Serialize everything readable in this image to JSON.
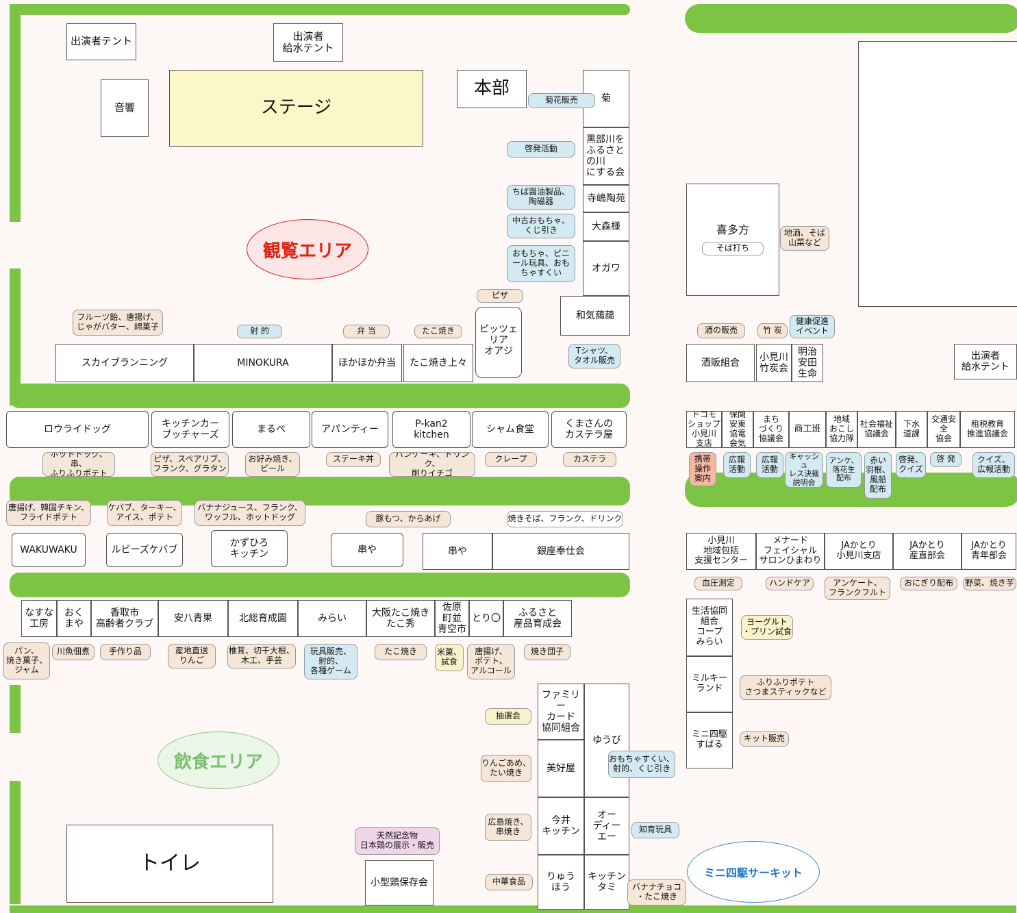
{
  "areas": {
    "viewing": "観覧エリア",
    "food": "飲食エリア",
    "circuit": "ミニ四駆サーキット"
  },
  "top": {
    "performer_tent": "出演者テント",
    "performer_water": "出演者\n給水テント",
    "sound": "音響",
    "stage": "ステージ",
    "hq": "本部",
    "toilet": "トイレ"
  },
  "right_col": {
    "kiku": "菊",
    "kiku_tag": "菊花販売",
    "kurobe": "黒部川を\nふるさとの川\nにする会",
    "kurobe_tag": "啓発活動",
    "terajima": "寺嶋陶苑",
    "terajima_tag": "ちば醤油製品、\n陶磁器",
    "omori": "大森様",
    "omori_tag": "中古おもちゃ、\nくじ引き",
    "ogawa": "オガワ",
    "ogawa_tag": "おもちゃ、ビニ\nール玩具、おも\nちゃすくい",
    "wakirinka": "和気藹藹",
    "wakirinka_tag": "Tシャツ、\nタオル販売"
  },
  "row1": [
    {
      "name": "スカイブランニング",
      "tag": "フルーツ飴、唐揚げ、\nじゃがバター、綿菓子"
    },
    {
      "name": "MINOKURA",
      "tag": "射 的"
    },
    {
      "name": "ほかほか弁当",
      "tag": "弁 当"
    },
    {
      "name": "たこ焼き上々",
      "tag": "たこ焼き"
    },
    {
      "name": "ピッツェリア\nオアジ",
      "tag": "ピザ"
    }
  ],
  "row2": [
    {
      "name": "ロウライドッグ",
      "tag": "ホットドッグ、串、\nふりふりポテト"
    },
    {
      "name": "キッチンカー\nブッチャーズ",
      "tag": "ピザ、スペアリブ、\nフランク、グラタン"
    },
    {
      "name": "まるぺ",
      "tag": "お好み焼き、\nビール"
    },
    {
      "name": "アパンティー",
      "tag": "ステーキ丼"
    },
    {
      "name": "P-kan2\nkitchen",
      "tag": "パンケーキ、ドリンク、\n削りイチゴ"
    },
    {
      "name": "シャム食堂",
      "tag": "クレープ"
    },
    {
      "name": "くまさんの\nカステラ屋",
      "tag": "カステラ"
    }
  ],
  "row3": [
    {
      "name": "WAKUWAKU",
      "tag": "唐揚げ、韓国チキン、\nフライドポテト"
    },
    {
      "name": "ルビーズケバブ",
      "tag": "ケバブ、ターキー、\nアイス、ポテト"
    },
    {
      "name": "かずひろ\nキッチン",
      "tag": "バナナジュース、フランク、\nワッフル、ホットドッグ"
    },
    {
      "name": "串や",
      "tag": "豚もつ、からあげ"
    },
    {
      "name": "串や"
    },
    {
      "name": "銀座奉仕会",
      "tag": "焼きそば、フランク、ドリンク"
    }
  ],
  "row4": [
    {
      "name": "なすな\n工房",
      "tag": "パン、\n焼き菓子、\nジャム"
    },
    {
      "name": "おく\nまや",
      "tag": "川魚佃煮"
    },
    {
      "name": "香取市\n高齢者クラブ",
      "tag": "手作り品"
    },
    {
      "name": "安八青果",
      "tag": "産地直送\nりんご"
    },
    {
      "name": "北総育成園",
      "tag": "椎茸、切干大根、\n木工、手芸"
    },
    {
      "name": "みらい",
      "tag": "玩具販売、\n射的、\n各種ゲーム"
    },
    {
      "name": "大阪たこ焼き\nたこ秀",
      "tag": "たこ焼き"
    },
    {
      "name": "佐原\n町並\n青空市",
      "tag": "米菓、\n試食"
    },
    {
      "name": "とり〇",
      "tag": "唐揚げ、\nポテト、\nアルコール"
    },
    {
      "name": "ふるさと\n産品育成会",
      "tag": "焼き団子"
    }
  ],
  "south": [
    {
      "name": "ファミリー\nカード\n協同組合",
      "tag": "抽選会"
    },
    {
      "name": "ゆうび",
      "tag": "おもちゃすくい、\n射的、くじ引き"
    },
    {
      "name": "美好屋",
      "tag": "りんごあめ、\nたい焼き"
    },
    {
      "name": "今井\nキッチン",
      "tag": "広島焼き、\n串焼き"
    },
    {
      "name": "オー\nディー\nエー",
      "tag": "知育玩具"
    },
    {
      "name": "りゅう\nほう",
      "tag": "中華食品"
    },
    {
      "name": "キッチン\nタミ",
      "tag": "バナナチョコ\n・たこ焼き"
    },
    {
      "name": "小型鶏保存会",
      "tag": "天然記念物\n日本鶏の展示・販売"
    }
  ],
  "east": {
    "kitakata": "喜多方",
    "soba": "そば打ち",
    "kitakata_tag": "地酒、そば\n山菜など",
    "sake": "酒販組合",
    "sake_tag": "酒の販売",
    "takesumi": "小見川\n竹炭会",
    "takesumi_tag": "竹 炭",
    "meiji": "明治\n安田\n生命",
    "meiji_tag": "健康促進\nイベント",
    "performer_water": "出演者\n給水テント"
  },
  "east_row": [
    {
      "name": "ドコモ\nショップ\n小見川\n支店",
      "tag": "携帯\n操作\n案内"
    },
    {
      "name": "保関\n安東\n協電\n会気",
      "tag": "広報\n活動"
    },
    {
      "name": "まち\nづくり\n協議会",
      "tag": "広報\n活動"
    },
    {
      "name": "商工班",
      "tag": "キャッシュ\nレス決裁\n説明会"
    },
    {
      "name": "地域\nおこし\n協力隊",
      "tag": "アンケ、\n落花生\n配布"
    },
    {
      "name": "社会福祉\n協議会",
      "tag": "赤い\n羽根、\n風船\n配布"
    },
    {
      "name": "下水\n道課",
      "tag": "啓発、\nクイズ"
    },
    {
      "name": "交通安全\n協会",
      "tag": "啓 発"
    },
    {
      "name": "租税教育\n推進協議会",
      "tag": "クイズ、\n広報活動"
    }
  ],
  "east_row2": [
    {
      "name": "小見川\n地域包括\n支援センター",
      "tag": "血圧測定"
    },
    {
      "name": "メナード\nフェイシャル\nサロンひまわり",
      "tag": "ハンドケア"
    },
    {
      "name": "JAかとり\n小見川支店",
      "tag": "アンケート、\nフランクフルト"
    },
    {
      "name": "JAかとり\n産直部会",
      "tag": "おにぎり配布"
    },
    {
      "name": "JAかとり\n青年部会",
      "tag": "野菜、焼き芋"
    }
  ],
  "east_col": [
    {
      "name": "生活協同\n組合\nコープ\nみらい",
      "tag": "ヨーグルト\n・プリン試食"
    },
    {
      "name": "ミルキー\nランド",
      "tag": "ふりふりポテト\nさつまスティックなど"
    },
    {
      "name": "ミニ四駆\nすばる",
      "tag": "キット販売"
    }
  ]
}
